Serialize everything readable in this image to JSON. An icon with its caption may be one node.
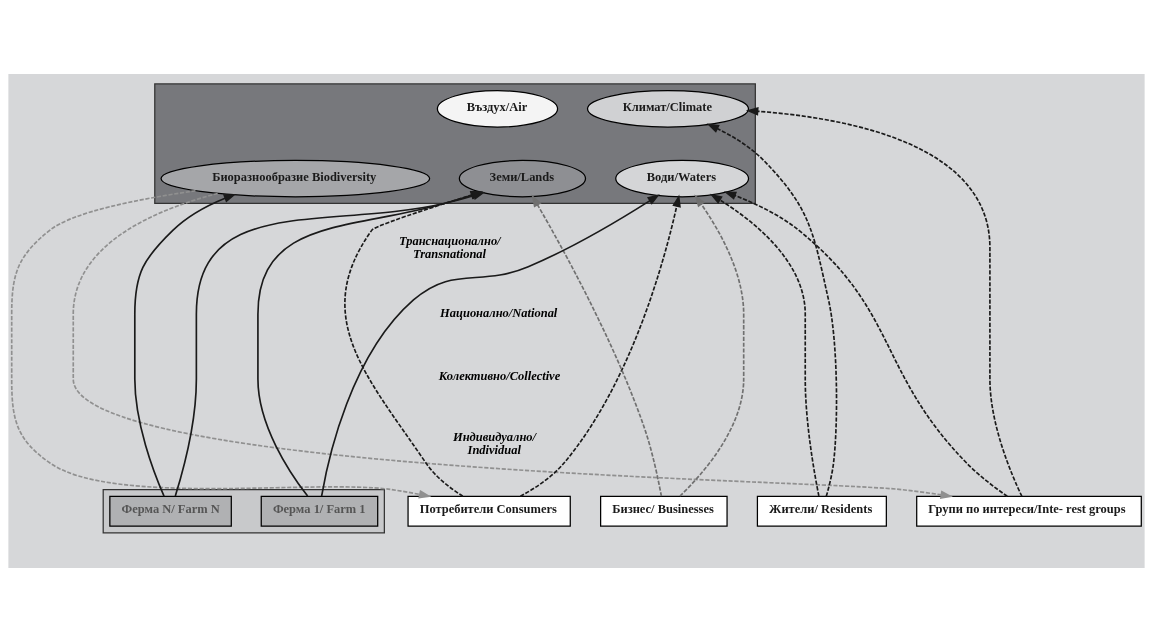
{
  "diagram": {
    "nodes": [
      {
        "text": [],
        "shape": "box"
      },
      {
        "text": [
          "Климат/Climate"
        ],
        "in": 0
      },
      {
        "text": [
          "Въздух/Air"
        ],
        "in": 0
      },
      {
        "text": [
          "Води/Waters"
        ],
        "in": 0
      },
      {
        "text": [
          "Биоразнообразие Biodiversity"
        ],
        "in": 0
      },
      {
        "text": [
          "Земи/Lands"
        ],
        "in": 0
      },
      {
        "text": [
          "Потребители Consumers"
        ]
      },
      {
        "text": [
          "Бизнес/ Businesses"
        ]
      },
      {
        "text": [],
        "shape": "box"
      },
      {
        "text": [
          "Ферма 1/ Farm 1"
        ],
        "in": 8
      },
      {
        "text": [
          "Ферма N/ Farm N"
        ],
        "in": 8
      },
      {
        "text": [
          "Жители/ Residents"
        ]
      },
      {
        "text": [
          "Групи по интереси/Inte- rest groups"
        ]
      }
    ],
    "edges": [
      {
        "from": 6,
        "to": 3,
        "arrow": "to",
        "style": "dashed"
      },
      {
        "from": 6,
        "to": 5,
        "arrow": "to",
        "style": "dashed"
      },
      {
        "from": 7,
        "to": 3,
        "arrow": "to",
        "style": "dashed",
        "color": "#707070"
      },
      {
        "from": 7,
        "to": 5,
        "arrow": "to",
        "style": "dashed",
        "color": "#707070"
      },
      {
        "from": 9,
        "to": 3,
        "arrow": "to"
      },
      {
        "from": 9,
        "to": 5,
        "arrow": "to"
      },
      {
        "from": 10,
        "to": 4,
        "arrow": "to"
      },
      {
        "from": 10,
        "to": 5,
        "arrow": "to"
      },
      {
        "from": 11,
        "to": 3,
        "arrow": "to",
        "style": "dashed"
      },
      {
        "from": 11,
        "to": 1,
        "arrow": "to",
        "style": "dashed"
      },
      {
        "from": 12,
        "to": 3,
        "arrow": "to",
        "style": "dashed"
      },
      {
        "from": 12,
        "to": 1,
        "arrow": "to",
        "style": "dashed"
      },
      {
        "from": 4,
        "to": 6,
        "arrow": "to",
        "style": "dashed",
        "color": "#909090"
      },
      {
        "from": 4,
        "to": 12,
        "arrow": "to",
        "style": "dashed",
        "color": "#909090"
      }
    ],
    "labels": [
      "Транснационално/ Transnational",
      "Национално/National",
      "Колективно/Collective",
      "Индивидуално/ Individual"
    ]
  }
}
